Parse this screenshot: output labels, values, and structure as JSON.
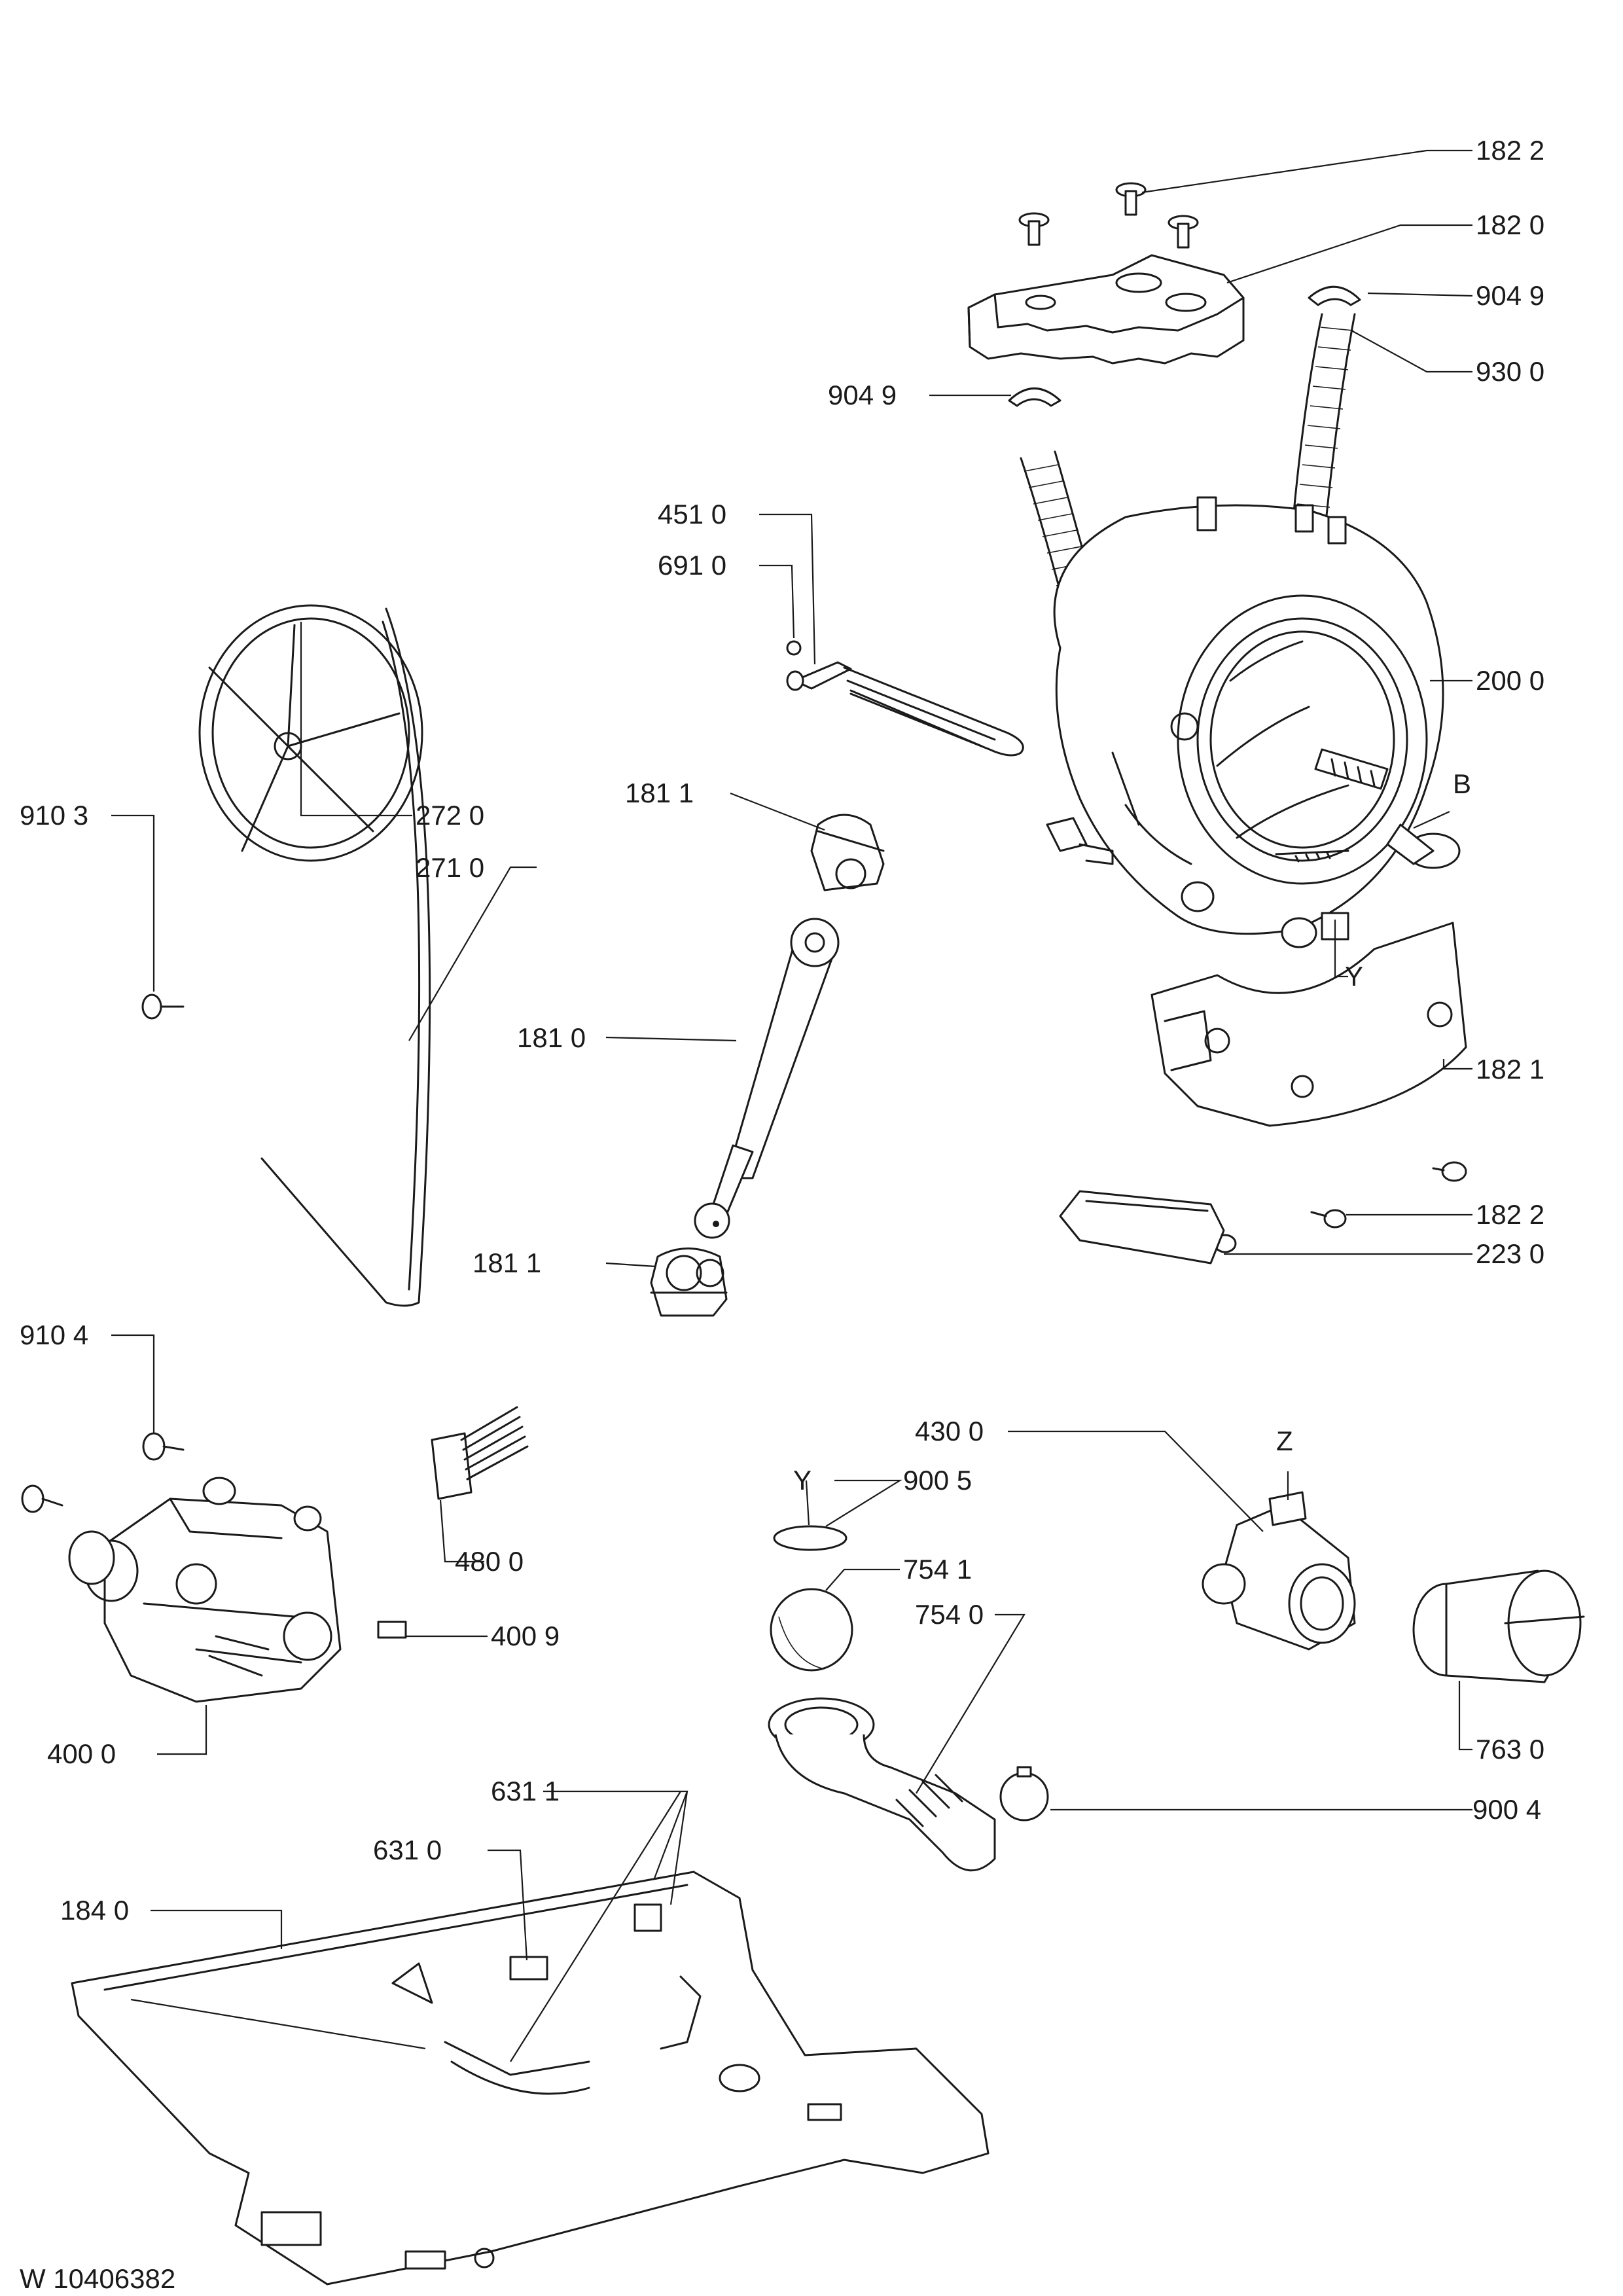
{
  "labels": {
    "c182_2_top": "182 2",
    "c182_0": "182 0",
    "c904_9_right": "904 9",
    "c930_0": "930 0",
    "c904_9_left": "904 9",
    "c451_0": "451 0",
    "c691_0": "691 0",
    "c200_0": "200 0",
    "c_b": "B",
    "c910_3": "910 3",
    "c272_0": "272 0",
    "c271_0": "271 0",
    "c181_1_top": "181 1",
    "c_y_top": "Y",
    "c182_1": "182 1",
    "c181_0": "181 0",
    "c182_2_bottom": "182 2",
    "c223_0": "223 0",
    "c181_1_bottom": "181 1",
    "c910_4": "910 4",
    "c430_0": "430 0",
    "c_z": "Z",
    "c_y_bottom": "Y",
    "c900_5": "900 5",
    "c480_0": "480 0",
    "c754_1": "754 1",
    "c754_0": "754 0",
    "c400_9": "400 9",
    "c763_0": "763 0",
    "c400_0": "400 0",
    "c631_1": "631 1",
    "c900_4": "900 4",
    "c631_0": "631 0",
    "c184_0": "184 0"
  },
  "footer": {
    "drawing_number": "W 10406382"
  }
}
